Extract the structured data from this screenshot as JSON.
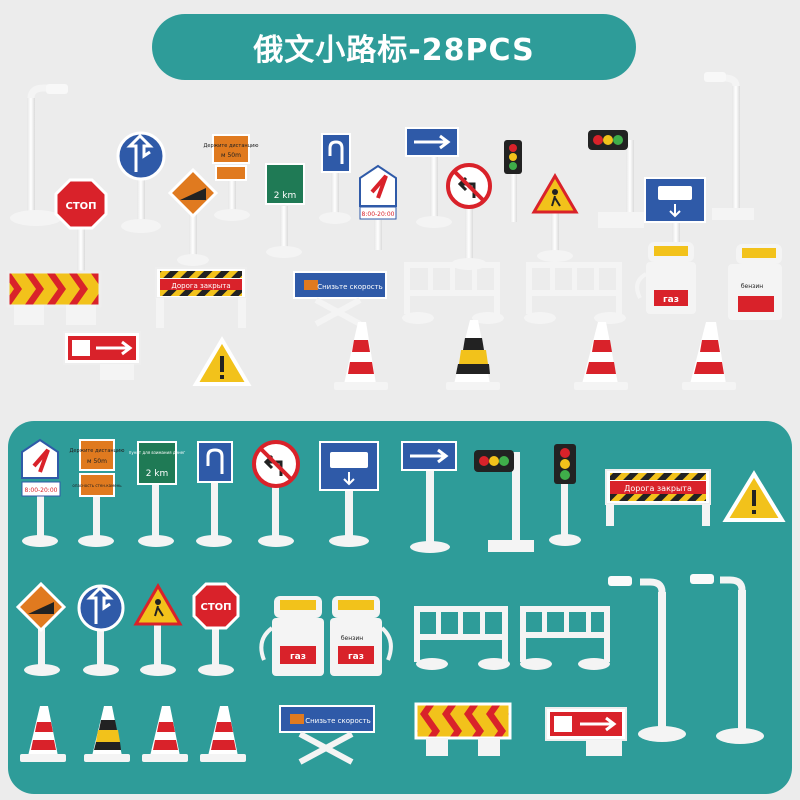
{
  "title": "俄文小路标-28PCS",
  "colors": {
    "teal": "#2e9c99",
    "white_plastic": "#f4f4f4",
    "sign_blue": "#2f5aa8",
    "sign_red": "#d9222a",
    "sign_yellow": "#f2c21b",
    "sign_green": "#1f7a55",
    "sign_orange": "#e07a1f"
  },
  "sign_labels": {
    "stop": "СТОП",
    "distance_keep": "Держите дистанцию",
    "distance_m": "м 50m",
    "danger_note": "опасность стен.камень",
    "checkpoint": "пункт для взимания денег",
    "km": "2 km",
    "hours": "8:00-20:00",
    "road_closed": "Дорога закрыта",
    "slow_down": "Снизьте скорость",
    "gas": "газ",
    "petrol": "бензин"
  }
}
